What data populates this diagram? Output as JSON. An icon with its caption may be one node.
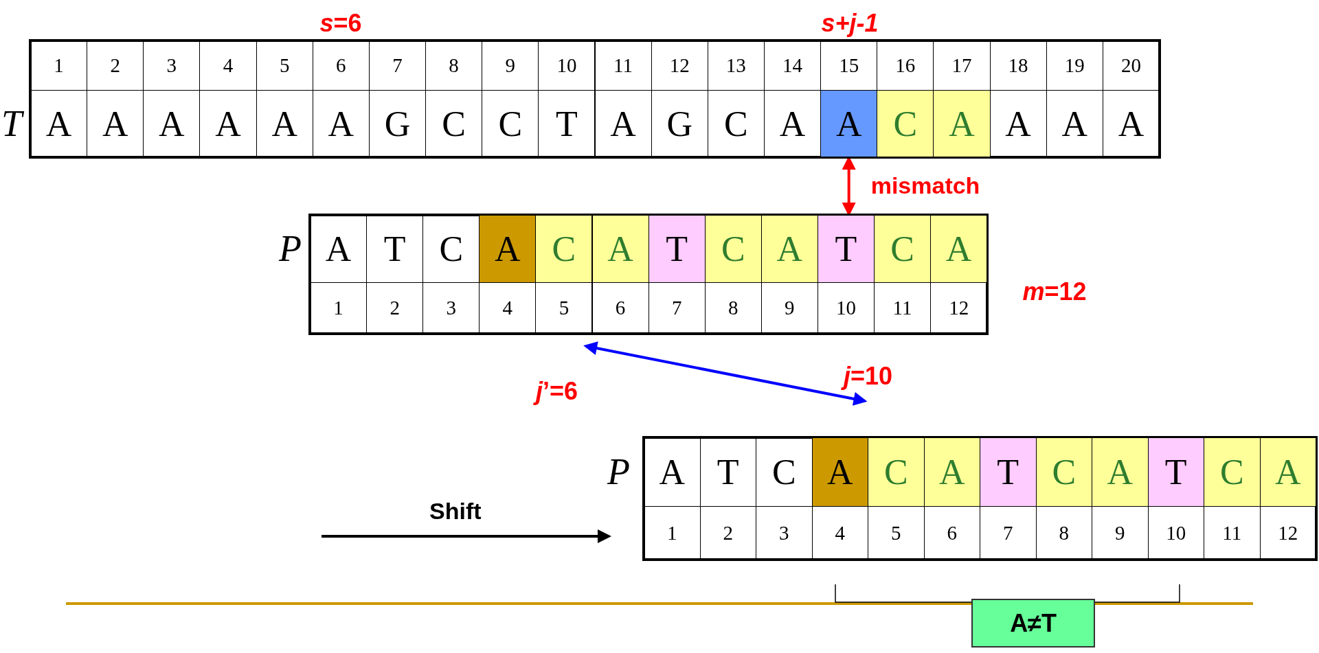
{
  "diagram": {
    "nodes": [
      {
        "text": [
          "T"
        ]
      },
      {
        "text": [
          "1"
        ],
        "in": 0
      },
      {
        "text": [
          "2"
        ],
        "in": 0
      },
      {
        "text": [
          "3"
        ],
        "in": 0
      },
      {
        "text": [
          "4"
        ],
        "in": 0
      },
      {
        "text": [
          "5"
        ],
        "in": 0
      },
      {
        "text": [
          "6"
        ],
        "in": 0
      },
      {
        "text": [
          "7"
        ],
        "in": 0
      },
      {
        "text": [
          "8"
        ],
        "in": 0
      },
      {
        "text": [
          "9"
        ],
        "in": 0
      },
      {
        "text": [
          "10"
        ],
        "in": 0
      },
      {
        "text": [
          "11"
        ],
        "in": 0
      },
      {
        "text": [
          "12"
        ],
        "in": 0
      },
      {
        "text": [
          "13"
        ],
        "in": 0
      },
      {
        "text": [
          "14"
        ],
        "in": 0
      },
      {
        "text": [
          "15"
        ],
        "in": 0
      },
      {
        "text": [
          "16"
        ],
        "in": 0
      },
      {
        "text": [
          "17"
        ],
        "in": 0
      },
      {
        "text": [
          "18"
        ],
        "in": 0
      },
      {
        "text": [
          "19"
        ],
        "in": 0
      },
      {
        "text": [
          "20"
        ],
        "in": 0
      },
      {
        "text": [
          "A"
        ],
        "in": 0
      },
      {
        "text": [
          "A"
        ],
        "in": 0
      },
      {
        "text": [
          "A"
        ],
        "in": 0
      },
      {
        "text": [
          "A"
        ],
        "in": 0
      },
      {
        "text": [
          "A"
        ],
        "in": 0
      },
      {
        "text": [
          "A"
        ],
        "in": 0
      },
      {
        "text": [
          "G"
        ],
        "in": 0
      },
      {
        "text": [
          "C"
        ],
        "in": 0
      },
      {
        "text": [
          "C"
        ],
        "in": 0
      },
      {
        "text": [
          "T"
        ],
        "in": 0
      },
      {
        "text": [
          "A"
        ],
        "in": 0
      },
      {
        "text": [
          "G"
        ],
        "in": 0
      },
      {
        "text": [
          "C"
        ],
        "in": 0
      },
      {
        "text": [
          "A"
        ],
        "in": 0
      },
      {
        "text": [
          "A"
        ],
        "in": 0
      },
      {
        "text": [
          "C"
        ],
        "in": 0
      },
      {
        "text": [
          "A"
        ],
        "in": 0
      },
      {
        "text": [
          "A"
        ],
        "in": 0
      },
      {
        "text": [
          "A"
        ],
        "in": 0
      },
      {
        "text": [
          "A"
        ],
        "in": 0
      },
      {
        "text": [
          "P"
        ]
      },
      {
        "text": [
          "A"
        ],
        "in": 41
      },
      {
        "text": [
          "T"
        ],
        "in": 41
      },
      {
        "text": [
          "C"
        ],
        "in": 41
      },
      {
        "text": [
          "A"
        ],
        "in": 41
      },
      {
        "text": [
          "C"
        ],
        "in": 41
      },
      {
        "text": [
          "A"
        ],
        "in": 41
      },
      {
        "text": [
          "T"
        ],
        "in": 41
      },
      {
        "text": [
          "C"
        ],
        "in": 41
      },
      {
        "text": [
          "A"
        ],
        "in": 41
      },
      {
        "text": [
          "T"
        ],
        "in": 41
      },
      {
        "text": [
          "C"
        ],
        "in": 41
      },
      {
        "text": [
          "A"
        ],
        "in": 41
      },
      {
        "text": [
          "1"
        ],
        "in": 41
      },
      {
        "text": [
          "2"
        ],
        "in": 41
      },
      {
        "text": [
          "3"
        ],
        "in": 41
      },
      {
        "text": [
          "4"
        ],
        "in": 41
      },
      {
        "text": [
          "5"
        ],
        "in": 41
      },
      {
        "text": [
          "6"
        ],
        "in": 41
      },
      {
        "text": [
          "7"
        ],
        "in": 41
      },
      {
        "text": [
          "8"
        ],
        "in": 41
      },
      {
        "text": [
          "9"
        ],
        "in": 41
      },
      {
        "text": [
          "10"
        ],
        "in": 41
      },
      {
        "text": [
          "11"
        ],
        "in": 41
      },
      {
        "text": [
          "12"
        ],
        "in": 41
      },
      {
        "text": [
          "P"
        ]
      },
      {
        "text": [
          "A"
        ],
        "in": 66
      },
      {
        "text": [
          "T"
        ],
        "in": 66
      },
      {
        "text": [
          "C"
        ],
        "in": 66
      },
      {
        "text": [
          "A"
        ],
        "in": 66
      },
      {
        "text": [
          "C"
        ],
        "in": 66
      },
      {
        "text": [
          "A"
        ],
        "in": 66
      },
      {
        "text": [
          "T"
        ],
        "in": 66
      },
      {
        "text": [
          "C"
        ],
        "in": 66
      },
      {
        "text": [
          "A"
        ],
        "in": 66
      },
      {
        "text": [
          "T"
        ],
        "in": 66
      },
      {
        "text": [
          "C"
        ],
        "in": 66
      },
      {
        "text": [
          "A"
        ],
        "in": 66
      },
      {
        "text": [
          "1"
        ],
        "in": 66
      },
      {
        "text": [
          "2"
        ],
        "in": 66
      },
      {
        "text": [
          "3"
        ],
        "in": 66
      },
      {
        "text": [
          "4"
        ],
        "in": 66
      },
      {
        "text": [
          "5"
        ],
        "in": 66
      },
      {
        "text": [
          "6"
        ],
        "in": 66
      },
      {
        "text": [
          "7"
        ],
        "in": 66
      },
      {
        "text": [
          "8"
        ],
        "in": 66
      },
      {
        "text": [
          "9"
        ],
        "in": 66
      },
      {
        "text": [
          "10"
        ],
        "in": 66
      },
      {
        "text": [
          "11"
        ],
        "in": 66
      },
      {
        "text": [
          "12"
        ],
        "in": 66
      },
      {
        "text": [
          "*j*’=6"
        ]
      },
      {
        "text": [
          "*j*=10"
        ]
      },
      {
        "text": [
          "A≠T"
        ]
      }
    ],
    "edges": [
      {
        "from": 35,
        "to": 51,
        "arrow": "both",
        "label": "mismatch",
        "color": "#ff0000"
      },
      {
        "from": 91,
        "to": 92,
        "arrow": "both",
        "color": "#0000ff"
      },
      {
        "from": null,
        "to": 66,
        "arrow": "to",
        "label": "Shift",
        "color": "#000000"
      }
    ],
    "labels": [
      "*s*=6",
      "s+j-1",
      "*m*=12"
    ]
  }
}
